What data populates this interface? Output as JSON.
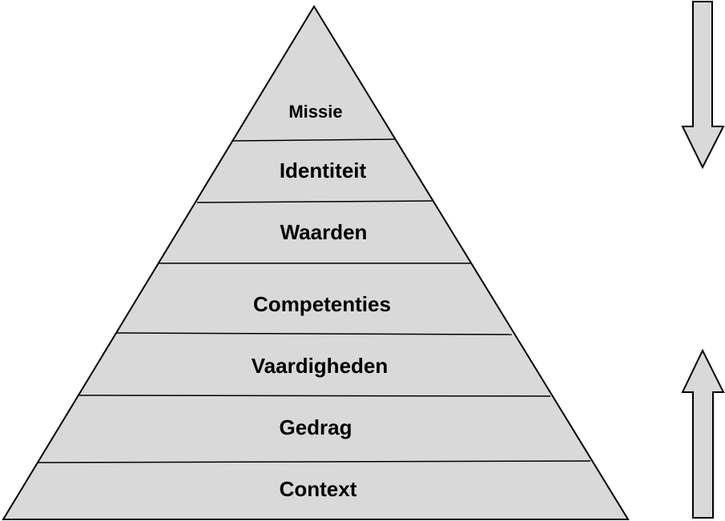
{
  "pyramid": {
    "levels": [
      {
        "label": "Missie"
      },
      {
        "label": "Identiteit"
      },
      {
        "label": "Waarden"
      },
      {
        "label": "Competenties"
      },
      {
        "label": "Vaardigheden"
      },
      {
        "label": "Gedrag"
      },
      {
        "label": "Context"
      }
    ]
  },
  "arrows": [
    {
      "direction": "down",
      "icon": "arrow-down-icon"
    },
    {
      "direction": "up",
      "icon": "arrow-up-icon"
    }
  ],
  "colors": {
    "fill": "#d9d9d9",
    "stroke": "#000000",
    "text": "#000000",
    "background": "#ffffff"
  }
}
